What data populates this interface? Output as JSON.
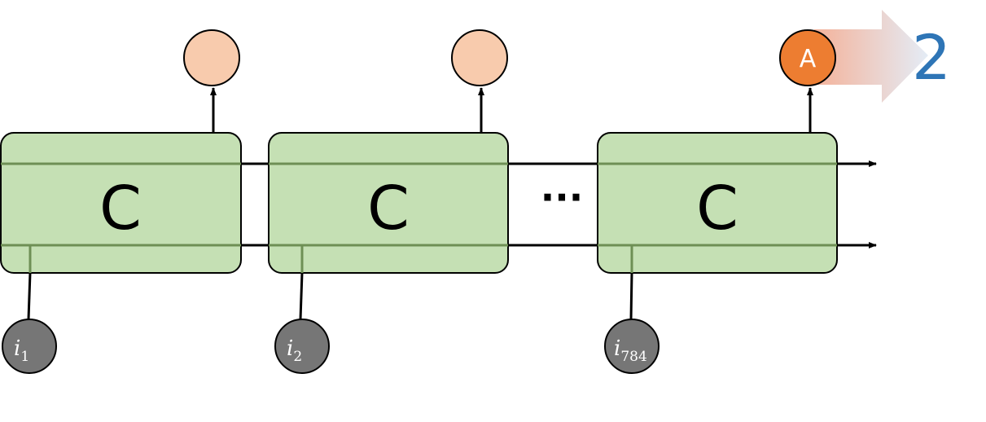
{
  "colors": {
    "cell_fill": "#c5e0b4",
    "cell_stroke": "#000000",
    "cell_inner_line": "#6e8f55",
    "output_hidden": "#f8cbad",
    "output_final": "#ed7d31",
    "input_fill": "#767676",
    "result_text": "#2e75b6",
    "arrow_start": "#f4b29a",
    "arrow_end": "#e4ecf6"
  },
  "cells": [
    {
      "label": "C"
    },
    {
      "label": "C"
    },
    {
      "label": "C"
    }
  ],
  "inputs": [
    {
      "base": "i",
      "sub": "1"
    },
    {
      "base": "i",
      "sub": "2"
    },
    {
      "base": "i",
      "sub": "784"
    }
  ],
  "outputs": [
    {
      "label": ""
    },
    {
      "label": ""
    },
    {
      "label": "A"
    }
  ],
  "ellipsis": "···",
  "result": "2"
}
